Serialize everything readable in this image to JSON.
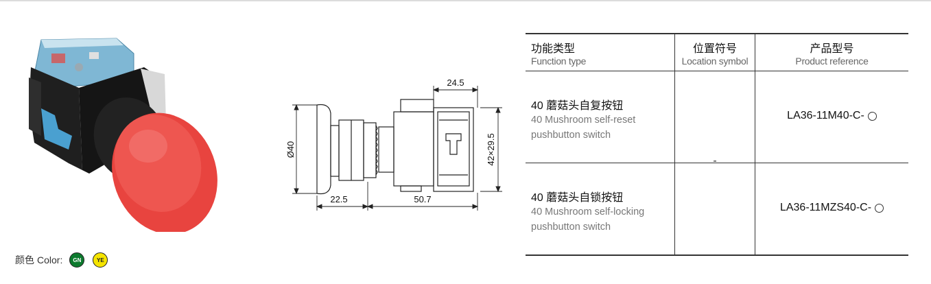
{
  "color_legend": {
    "label_cn": "颜色",
    "label_en": "Color:",
    "swatches": [
      {
        "code": "GN",
        "color": "#0d7a2e"
      },
      {
        "code": "YE",
        "color": "#f5e400"
      }
    ]
  },
  "drawing": {
    "dims": {
      "width_top": "24.5",
      "height_right": "42×29.5",
      "diameter": "Ø40",
      "bottom_left": "22.5",
      "bottom_right": "50.7"
    }
  },
  "table": {
    "headers": [
      {
        "cn": "功能类型",
        "en": "Function type"
      },
      {
        "cn": "位置符号",
        "en": "Location symbol"
      },
      {
        "cn": "产品型号",
        "en": "Product reference"
      }
    ],
    "rows": [
      {
        "cn": "40 蘑菇头自复按钮",
        "en_line1": "40 Mushroom self-reset",
        "en_line2": "pushbutton switch",
        "ref": "LA36-11M40-C-"
      },
      {
        "cn": "40 蘑菇头自锁按钮",
        "en_line1": "40 Mushroom self-locking",
        "en_line2": "pushbutton switch",
        "ref": "LA36-11MZS40-C-"
      }
    ],
    "location_symbol": "-"
  },
  "colors": {
    "mushroom_red": "#e8443f",
    "body_black": "#1d1d1d",
    "contact_blue": "#6fb6d8"
  }
}
